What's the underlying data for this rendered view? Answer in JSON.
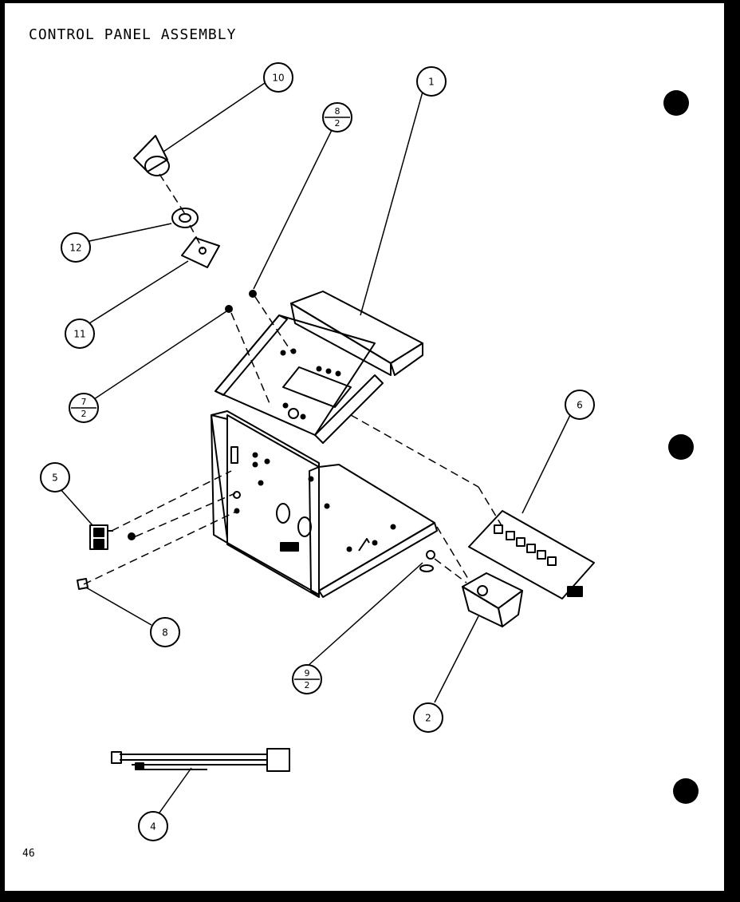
{
  "title": "CONTROL PANEL ASSEMBLY",
  "page_number": "46",
  "callouts": [
    {
      "id": "1",
      "label": "1"
    },
    {
      "id": "2",
      "label": "2"
    },
    {
      "id": "4",
      "label": "4"
    },
    {
      "id": "5",
      "label": "5"
    },
    {
      "id": "6",
      "label": "6"
    },
    {
      "id": "8",
      "label": "8"
    },
    {
      "id": "10",
      "label": "10"
    },
    {
      "id": "11",
      "label": "11"
    },
    {
      "id": "12",
      "label": "12"
    }
  ],
  "fraction_callouts": [
    {
      "id": "8-2",
      "top": "8",
      "bottom": "2"
    },
    {
      "id": "7-2",
      "top": "7",
      "bottom": "2"
    },
    {
      "id": "9-2",
      "top": "9",
      "bottom": "2"
    }
  ]
}
